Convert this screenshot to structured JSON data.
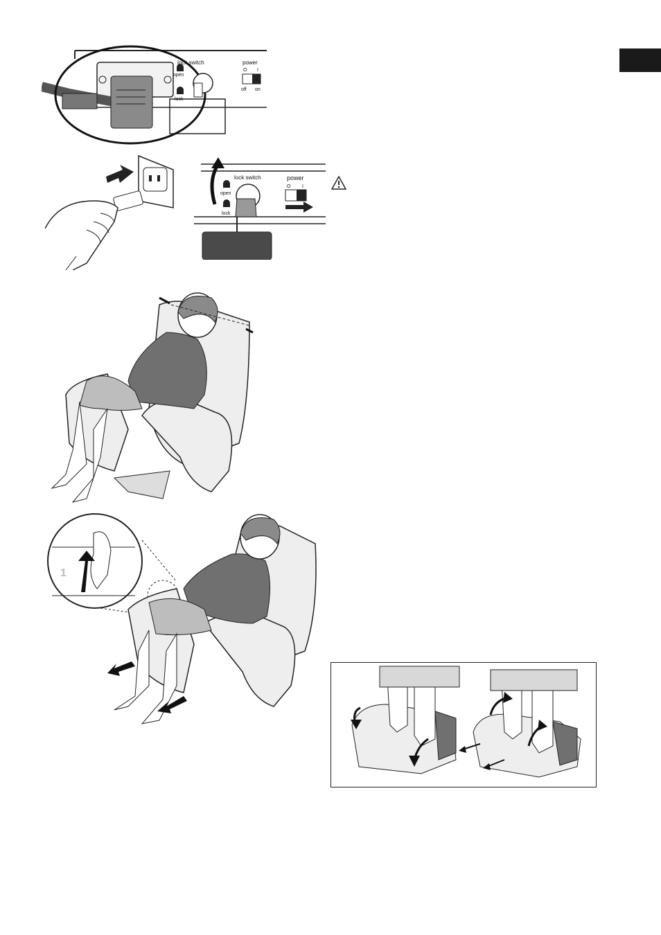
{
  "connector_panel": {
    "lock_switch_label": "lock switch",
    "open_label": "open",
    "lock_label": "lock",
    "power_label": "power",
    "off_symbol": "O",
    "on_symbol": "I",
    "off_label": "off",
    "on_label": "on"
  },
  "lock_panel": {
    "lock_switch_label": "lock switch",
    "open_label": "open",
    "lock_label": "lock",
    "power_label": "power",
    "off_symbol": "O",
    "on_symbol": "I"
  },
  "zoom_callout": {
    "step_number": "1"
  },
  "icons": {
    "warning": "warning-triangle-icon",
    "arrow": "arrow-icon"
  },
  "colors": {
    "ink": "#1a1a1a",
    "shirt": "#707070",
    "chair": "#eeeeee",
    "chair_shadow": "#cfcfcf",
    "skin": "#ffffff"
  }
}
